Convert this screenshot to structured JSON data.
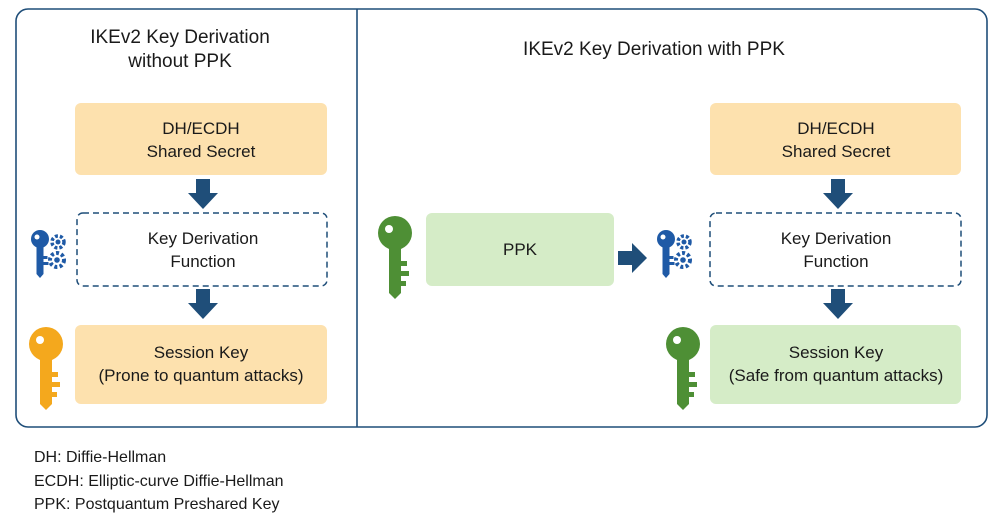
{
  "left_panel": {
    "title_line1": "IKEv2 Key Derivation",
    "title_line2": "without PPK",
    "dh_box": {
      "line1": "DH/ECDH",
      "line2": "Shared Secret"
    },
    "kdf_box": {
      "line1": "Key Derivation",
      "line2": "Function"
    },
    "session_box": {
      "line1": "Session Key",
      "line2": "(Prone to quantum attacks)"
    },
    "session_key_icon": "orange-key-icon",
    "kdf_icon": "key-gears-icon"
  },
  "right_panel": {
    "title": "IKEv2 Key Derivation with PPK",
    "ppk_box": {
      "label": "PPK"
    },
    "dh_box": {
      "line1": "DH/ECDH",
      "line2": "Shared Secret"
    },
    "kdf_box": {
      "line1": "Key Derivation",
      "line2": "Function"
    },
    "session_box": {
      "line1": "Session Key",
      "line2": "(Safe from quantum attacks)"
    },
    "ppk_icon": "green-key-icon",
    "session_key_icon": "green-key-icon",
    "kdf_icon": "key-gears-icon"
  },
  "legend": [
    "DH: Diffie-Hellman",
    "ECDH: Elliptic-curve Diffie-Hellman",
    "PPK: Postquantum Preshared Key"
  ],
  "colors": {
    "panel_border": "#1f4e79",
    "orange_box": "#fde1ae",
    "green_box": "#d5ecc7",
    "arrow": "#1f4e79",
    "dashed_border": "#1f4e79",
    "orange_key": "#f4a81d",
    "green_key": "#4e8f35",
    "blue_key": "#1f5aa6"
  }
}
